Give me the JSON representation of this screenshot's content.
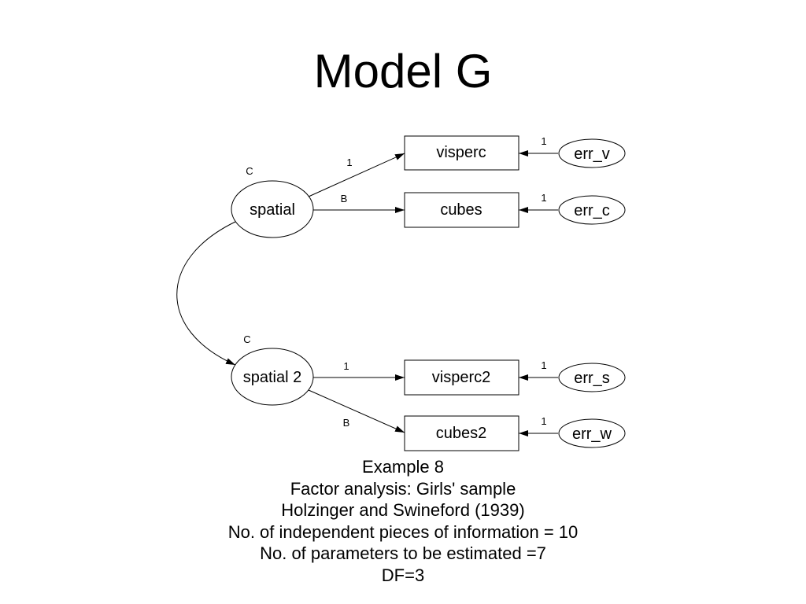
{
  "title": "Model G",
  "diagram": {
    "latent_nodes": [
      {
        "id": "spatial",
        "label": "spatial",
        "variance_label": "C"
      },
      {
        "id": "spatial2",
        "label": "spatial 2",
        "variance_label": "C"
      }
    ],
    "observed_nodes": [
      {
        "id": "visperc",
        "label": "visperc"
      },
      {
        "id": "cubes",
        "label": "cubes"
      },
      {
        "id": "visperc2",
        "label": "visperc2"
      },
      {
        "id": "cubes2",
        "label": "cubes2"
      }
    ],
    "error_nodes": [
      {
        "id": "err_v",
        "label": "err_v"
      },
      {
        "id": "err_c",
        "label": "err_c"
      },
      {
        "id": "err_s",
        "label": "err_s"
      },
      {
        "id": "err_w",
        "label": "err_w"
      }
    ],
    "paths": [
      {
        "from": "spatial",
        "to": "visperc",
        "label": "1"
      },
      {
        "from": "spatial",
        "to": "cubes",
        "label": "B"
      },
      {
        "from": "spatial2",
        "to": "visperc2",
        "label": "1"
      },
      {
        "from": "spatial2",
        "to": "cubes2",
        "label": "B"
      },
      {
        "from": "err_v",
        "to": "visperc",
        "label": "1"
      },
      {
        "from": "err_c",
        "to": "cubes",
        "label": "1"
      },
      {
        "from": "err_s",
        "to": "visperc2",
        "label": "1"
      },
      {
        "from": "err_w",
        "to": "cubes2",
        "label": "1"
      }
    ],
    "covariances": [
      {
        "between": [
          "spatial",
          "spatial2"
        ]
      }
    ]
  },
  "caption": [
    "Example 8",
    "Factor analysis:  Girls' sample",
    "Holzinger and Swineford (1939)",
    "No. of independent pieces of information = 10",
    "No. of parameters to be estimated =7",
    "DF=3"
  ]
}
